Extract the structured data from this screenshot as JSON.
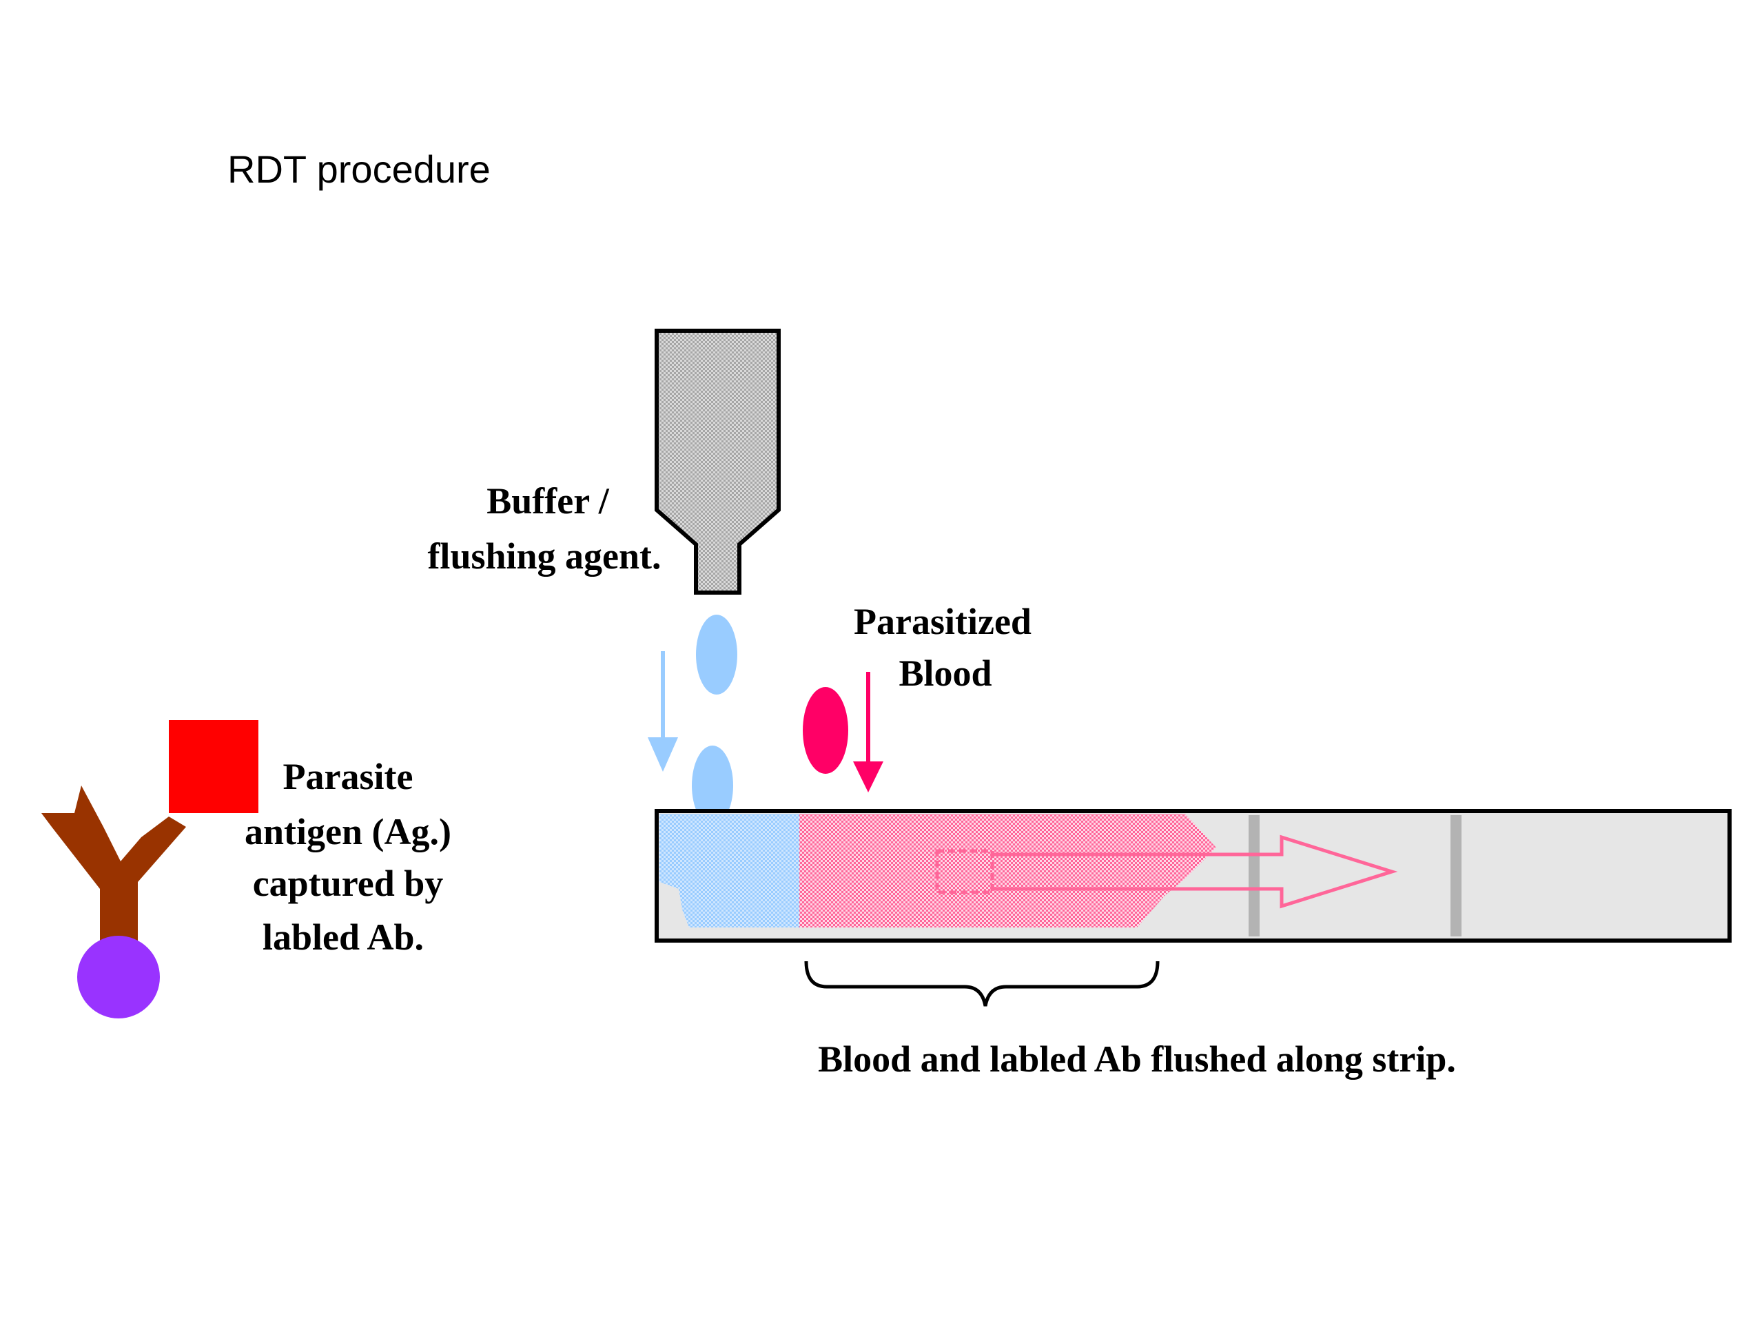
{
  "slide": {
    "title": "RDT procedure"
  },
  "labels": {
    "buffer_line1": "Buffer /",
    "buffer_line2": "flushing agent.",
    "blood_line1": "Parasitized",
    "blood_line2": "Blood",
    "antigen_line1": "Parasite",
    "antigen_line2": "antigen (Ag.)",
    "antigen_line3": "captured by",
    "antigen_line4": "labled Ab.",
    "strip_caption": "Blood and labled Ab flushed along strip."
  },
  "colors": {
    "background": "#ffffff",
    "buffer_blue": "#99ccff",
    "blood_magenta": "#ff0066",
    "blood_pink": "#ff6699",
    "strip_fill": "#e6e6e6",
    "antigen_red": "#ff0000",
    "antibody_brown": "#993300",
    "label_purple": "#9933ff",
    "test_line_gray": "#b3b3b3",
    "dropper_fill": "#cccccc"
  },
  "icons": {
    "dropper": "dropper-icon",
    "antibody": "antibody-y-icon",
    "antigen": "antigen-square-icon",
    "label_particle": "label-particle-icon"
  }
}
